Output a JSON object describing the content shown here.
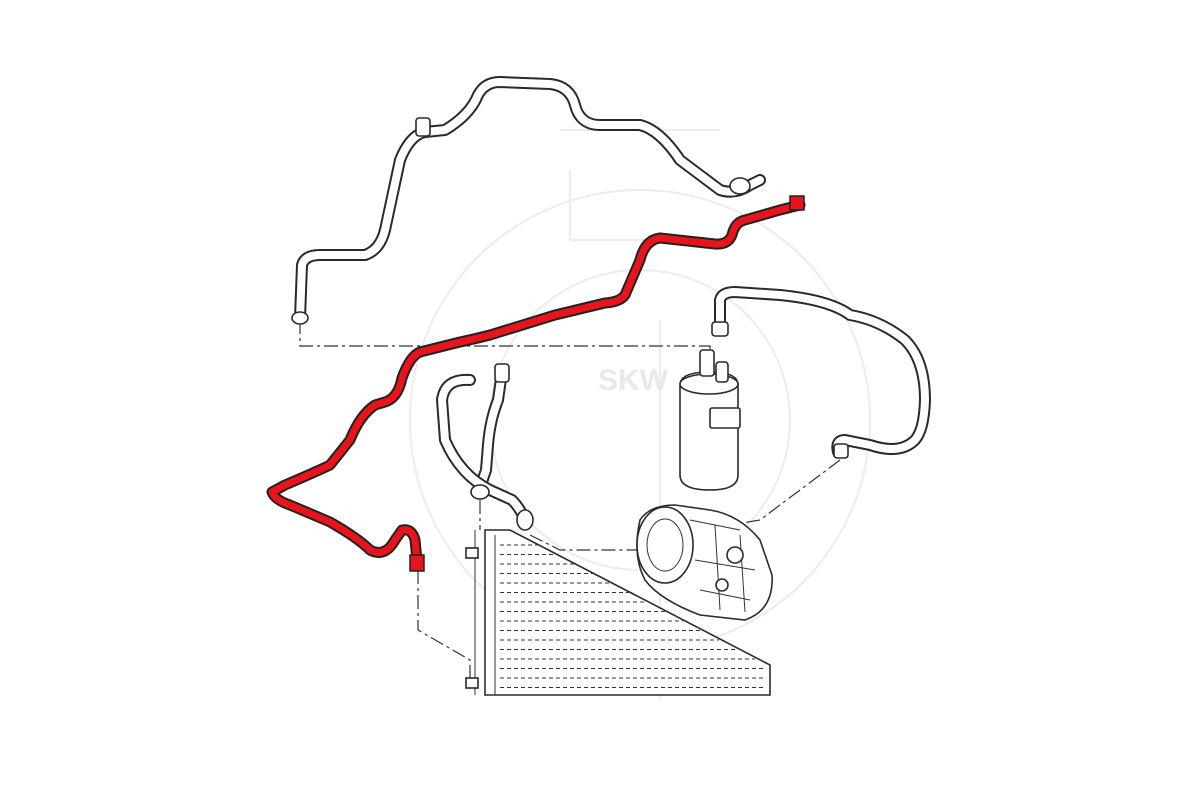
{
  "watermark": {
    "text": "SKW"
  },
  "colors": {
    "highlight": "#e8141c",
    "line": "#2a2a2a",
    "watermark": "#e9e9e9"
  },
  "parts": [
    {
      "name": "upper-refrigerant-pipe",
      "highlighted": false
    },
    {
      "name": "highlighted-ac-hose",
      "highlighted": true
    },
    {
      "name": "receiver-drier",
      "highlighted": false
    },
    {
      "name": "compressor-hose",
      "highlighted": false
    },
    {
      "name": "condenser-pipes",
      "highlighted": false
    },
    {
      "name": "ac-compressor",
      "highlighted": false
    },
    {
      "name": "condenser",
      "highlighted": false
    }
  ]
}
